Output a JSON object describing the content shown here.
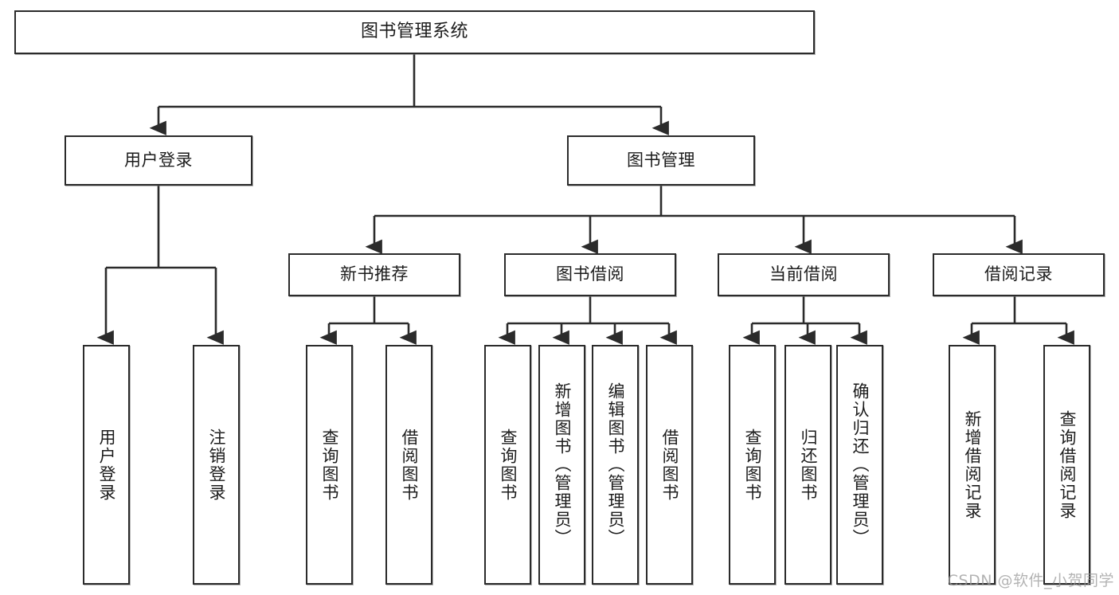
{
  "diagram": {
    "title": "图书管理系统",
    "type": "tree",
    "watermark": "CSDN @软件_小贺同学",
    "colors": {
      "stroke": "#2b2b2b",
      "fill": "#ffffff",
      "text": "#1c1c1c",
      "watermark": "#9a9a9a"
    },
    "nodes": {
      "root": {
        "label": "图书管理系统",
        "level": 0,
        "orientation": "horizontal"
      },
      "user_login": {
        "label": "用户登录",
        "level": 1,
        "orientation": "horizontal"
      },
      "book_manage": {
        "label": "图书管理",
        "level": 1,
        "orientation": "horizontal"
      },
      "new_book_rec": {
        "label": "新书推荐",
        "level": 2,
        "orientation": "horizontal"
      },
      "book_borrow": {
        "label": "图书借阅",
        "level": 2,
        "orientation": "horizontal"
      },
      "current_borrow": {
        "label": "当前借阅",
        "level": 2,
        "orientation": "horizontal"
      },
      "borrow_record": {
        "label": "借阅记录",
        "level": 2,
        "orientation": "horizontal"
      },
      "leaf_user_login": {
        "label": "用户登录",
        "level": 2,
        "orientation": "vertical"
      },
      "leaf_logout": {
        "label": "注销登录",
        "level": 2,
        "orientation": "vertical"
      },
      "leaf_query_book_1": {
        "label": "查询图书",
        "level": 3,
        "orientation": "vertical"
      },
      "leaf_borrow_book_1": {
        "label": "借阅图书",
        "level": 3,
        "orientation": "vertical"
      },
      "leaf_query_book_2": {
        "label": "查询图书",
        "level": 3,
        "orientation": "vertical"
      },
      "leaf_add_book": {
        "label": "新增图书（管理员）",
        "level": 3,
        "orientation": "vertical"
      },
      "leaf_edit_book": {
        "label": "编辑图书（管理员）",
        "level": 3,
        "orientation": "vertical"
      },
      "leaf_borrow_book_2": {
        "label": "借阅图书",
        "level": 3,
        "orientation": "vertical"
      },
      "leaf_query_book_3": {
        "label": "查询图书",
        "level": 3,
        "orientation": "vertical"
      },
      "leaf_return_book": {
        "label": "归还图书",
        "level": 3,
        "orientation": "vertical"
      },
      "leaf_confirm_return": {
        "label": "确认归还（管理员）",
        "level": 3,
        "orientation": "vertical"
      },
      "leaf_add_record": {
        "label": "新增借阅记录",
        "level": 3,
        "orientation": "vertical"
      },
      "leaf_query_record": {
        "label": "查询借阅记录",
        "level": 3,
        "orientation": "vertical"
      }
    },
    "edges": [
      {
        "from": "root",
        "to": "user_login"
      },
      {
        "from": "root",
        "to": "book_manage"
      },
      {
        "from": "user_login",
        "to": "leaf_user_login"
      },
      {
        "from": "user_login",
        "to": "leaf_logout"
      },
      {
        "from": "book_manage",
        "to": "new_book_rec"
      },
      {
        "from": "book_manage",
        "to": "book_borrow"
      },
      {
        "from": "book_manage",
        "to": "current_borrow"
      },
      {
        "from": "book_manage",
        "to": "borrow_record"
      },
      {
        "from": "new_book_rec",
        "to": "leaf_query_book_1"
      },
      {
        "from": "new_book_rec",
        "to": "leaf_borrow_book_1"
      },
      {
        "from": "book_borrow",
        "to": "leaf_query_book_2"
      },
      {
        "from": "book_borrow",
        "to": "leaf_add_book"
      },
      {
        "from": "book_borrow",
        "to": "leaf_edit_book"
      },
      {
        "from": "book_borrow",
        "to": "leaf_borrow_book_2"
      },
      {
        "from": "current_borrow",
        "to": "leaf_query_book_3"
      },
      {
        "from": "current_borrow",
        "to": "leaf_return_book"
      },
      {
        "from": "current_borrow",
        "to": "leaf_confirm_return"
      },
      {
        "from": "borrow_record",
        "to": "leaf_add_record"
      },
      {
        "from": "borrow_record",
        "to": "leaf_query_record"
      }
    ]
  }
}
